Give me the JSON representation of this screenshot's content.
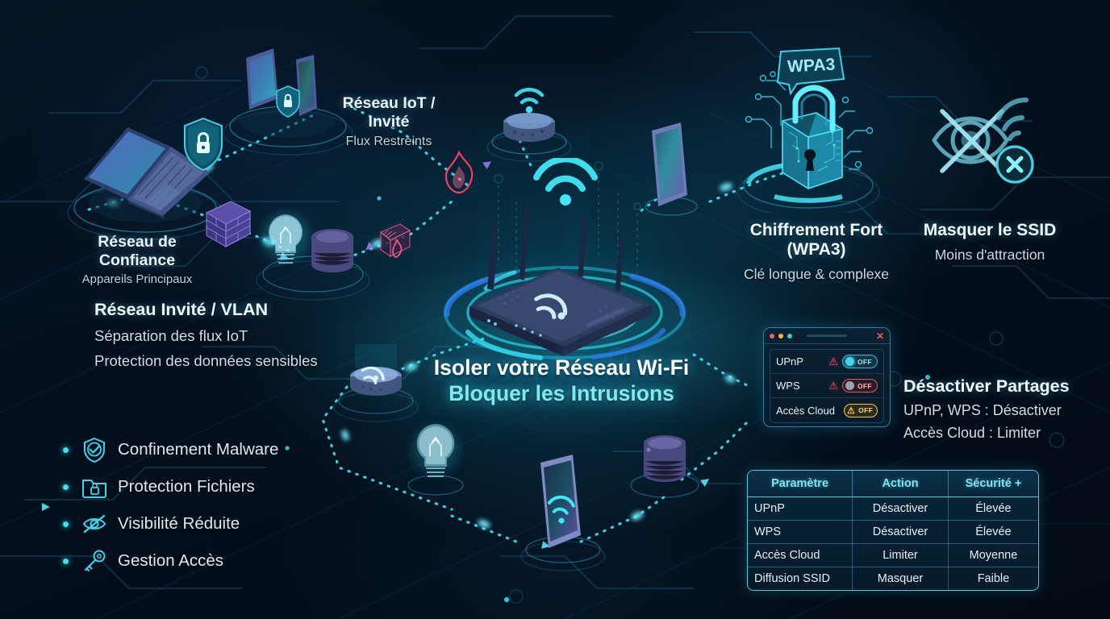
{
  "theme": {
    "bg": "#04101e",
    "accent_cyan": "#49d3e8",
    "accent_teal": "#7fe9f2",
    "text_primary": "#eaf6ff",
    "text_secondary": "#b9d6e6",
    "danger_red": "#ff4d55",
    "warning_amber": "#ffc83a"
  },
  "headline": {
    "line1": "Isoler votre Réseau Wi-Fi",
    "line2": "Bloquer les Intrusions"
  },
  "labels": {
    "iot_guest": {
      "title": "Réseau IoT / Invité",
      "subtitle": "Flux Restreints"
    },
    "trusted": {
      "title": "Réseau de Confiance",
      "subtitle": "Appareils Principaux"
    },
    "vlan": {
      "title": "Réseau Invité / VLAN",
      "line1": "Séparation des flux IoT",
      "line2": "Protection des données sensibles"
    },
    "encryption": {
      "title": "Chiffrement Fort (WPA3)",
      "subtitle": "Clé longue & complexe"
    },
    "hide_ssid": {
      "title": "Masquer le SSID",
      "subtitle": "Moins d'attraction"
    },
    "disable_sharing": {
      "title": "Désactiver Partages",
      "line1": "UPnP, WPS : Désactiver",
      "line2": "Accès Cloud : Limiter"
    }
  },
  "badges": {
    "wpa3": "WPA3"
  },
  "bullets": [
    {
      "icon": "shield-check-icon",
      "label": "Confinement Malware"
    },
    {
      "icon": "folder-lock-icon",
      "label": "Protection Fichiers"
    },
    {
      "icon": "eye-slash-icon",
      "label": "Visibilité Réduite"
    },
    {
      "icon": "key-icon",
      "label": "Gestion Accès"
    }
  ],
  "settings_window": {
    "title_bar": {
      "close_label": "✕"
    },
    "rows": [
      {
        "name": "UPnP",
        "warning": "⚠",
        "warning_level": "red",
        "toggle_label": "OFF",
        "toggle_style": "cyan"
      },
      {
        "name": "WPS",
        "warning": "⚠",
        "warning_level": "red",
        "toggle_label": "OFF",
        "toggle_style": "red"
      },
      {
        "name": "Accès Cloud",
        "warning": "⚠",
        "warning_level": "amber",
        "toggle_label": "OFF",
        "toggle_style": "amber"
      }
    ]
  },
  "table": {
    "headers": [
      "Paramètre",
      "Action",
      "Sécurité +"
    ],
    "rows": [
      [
        "UPnP",
        "Désactiver",
        "Élevée"
      ],
      [
        "WPS",
        "Désactiver",
        "Élevée"
      ],
      [
        "Accès Cloud",
        "Limiter",
        "Moyenne"
      ],
      [
        "Diffusion SSID",
        "Masquer",
        "Faible"
      ]
    ]
  }
}
